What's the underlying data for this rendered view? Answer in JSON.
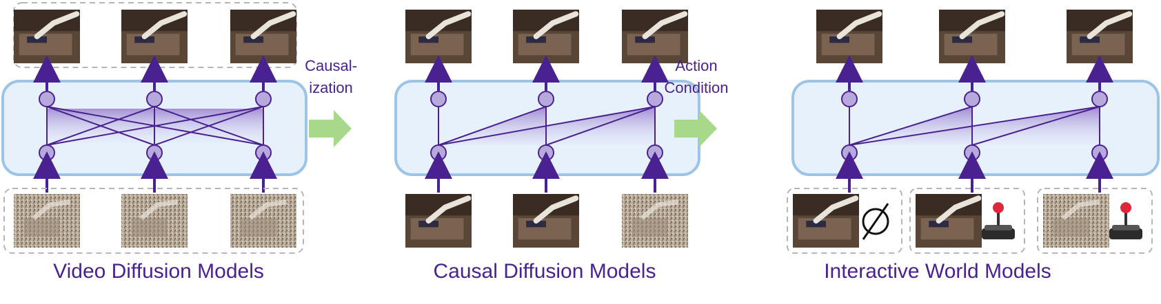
{
  "panels": [
    {
      "caption": "Video Diffusion Models",
      "attention": "full",
      "top_frames": [
        "clean",
        "clean",
        "clean"
      ],
      "bottom_frames": [
        "noisy",
        "noisy",
        "noisy"
      ],
      "bottom_grouped": true,
      "top_grouped": true,
      "action_icons": []
    },
    {
      "caption": "Causal Diffusion Models",
      "attention": "causal",
      "top_frames": [
        "clean",
        "clean",
        "clean"
      ],
      "bottom_frames": [
        "clean",
        "clean",
        "noisy"
      ],
      "bottom_grouped": false,
      "top_grouped": false,
      "action_icons": []
    },
    {
      "caption": "Interactive World Models",
      "attention": "causal",
      "top_frames": [
        "clean",
        "clean",
        "clean"
      ],
      "bottom_frames": [
        "clean",
        "clean",
        "noisy"
      ],
      "bottom_grouped": true,
      "top_grouped": false,
      "action_icons": [
        "empty-set-icon",
        "joystick-icon",
        "joystick-icon"
      ]
    }
  ],
  "transitions": [
    {
      "line1": "Causal-",
      "line2": "ization"
    },
    {
      "line1": "Action",
      "line2": "Condition"
    }
  ],
  "colors": {
    "text": "#4a2191",
    "arrow": "#4a2191",
    "node_fill": "#b7a9dc",
    "box_fill": "#e6f1fc",
    "box_stroke": "#9cc4e6",
    "green_arrow": "#a8d88a",
    "dashed": "#b5b5b5"
  }
}
